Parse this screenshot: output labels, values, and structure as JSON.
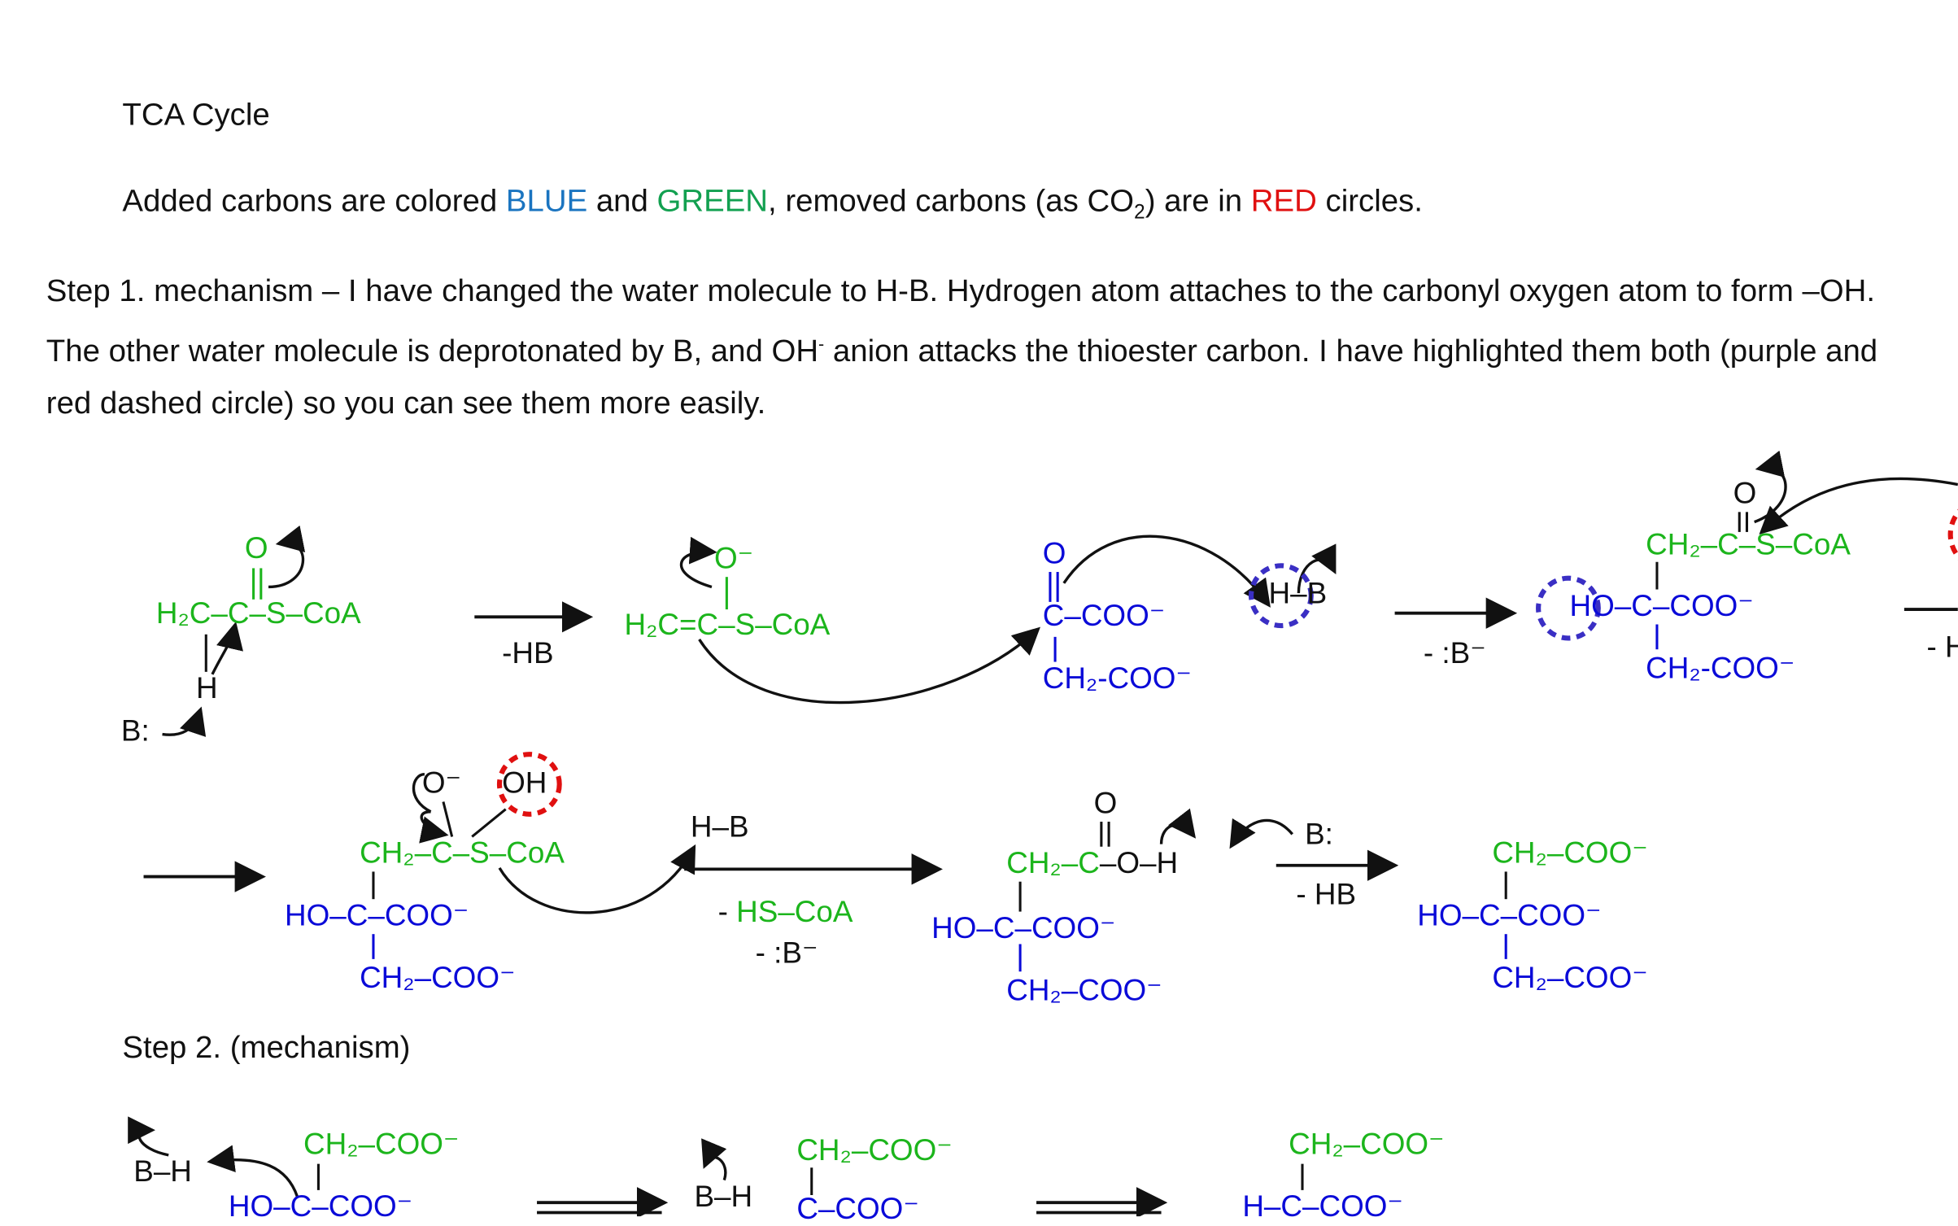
{
  "title": "TCA Cycle",
  "legend_line": {
    "prefix": "Added carbons are colored ",
    "blue": "BLUE",
    "and": " and ",
    "green": "GREEN",
    "middle": ", removed carbons (as CO",
    "sub": "2",
    "after": ") are in ",
    "red": "RED",
    "suffix": " circles."
  },
  "step1": {
    "sentence1": "Step 1. mechanism – I have changed the water molecule to H-B. Hydrogen atom attaches to the carbonyl oxygen atom to form –OH. The other water molecule is deprotonated by B, and OH",
    "sup": "-",
    "sentence2": " anion attacks the thioester carbon. I have highlighted them both (purple and red dashed circle) so you can see them more easily."
  },
  "step2_heading": "Step  2. (mechanism)",
  "colors": {
    "green": "#1cb51c",
    "blue": "#0a0ad8",
    "purple": "#3a2fc4",
    "red": "#e01010"
  },
  "row1": {
    "acetyl_o": "O",
    "acetyl": "H₂C–C–S–CoA",
    "h": "H",
    "base": "B:",
    "cond1": "-HB",
    "enolate_o": "O⁻",
    "enolate": "H₂C=C–S–CoA",
    "oaa_o": "O",
    "oaa_c": "C–COO⁻",
    "oaa_ch2": "CH₂-COO⁻",
    "hb": "H–B",
    "cond2": "- :B⁻",
    "int_o": "O",
    "int_top": "CH₂–C–S–CoA",
    "int_mid": "HO–C–COO⁻",
    "int_bot": "CH₂-COO⁻",
    "cond3": "- H"
  },
  "row2": {
    "t_o": "O⁻",
    "t_oh": "OH",
    "t_top": "CH₂–C–S–CoA",
    "t_mid": "HO–C–COO⁻",
    "t_bot": "CH₂–COO⁻",
    "hb": "H–B",
    "cond_dash": "- ",
    "cond_hscoa": "HS–CoA",
    "cond_b": "- :B⁻",
    "a_o": "O",
    "a_top_g": "CH₂–C",
    "a_top_k": "–O–H",
    "a_mid": "HO–C–COO⁻",
    "a_bot": "CH₂–COO⁻",
    "base": "B:",
    "cond_hb": "- HB",
    "c_top": "CH₂–COO⁻",
    "c_mid": "HO–C–COO⁻",
    "c_bot": "CH₂–COO⁻"
  },
  "row3": {
    "bh1": "B–H",
    "m1_top": "CH₂–COO⁻",
    "m1_mid": "HO–C–COO⁻",
    "bh2": "B–H",
    "m2_top": "CH₂–COO⁻",
    "m2_mid": "C–COO⁻",
    "m3_top": "CH₂–COO⁻",
    "m3_mid": "H–C–COO⁻"
  }
}
